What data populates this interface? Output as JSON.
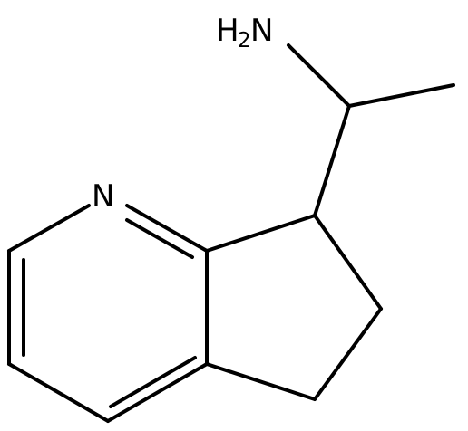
{
  "structure": {
    "atom_labels": {
      "amine_h": "H",
      "amine_sub": "2",
      "amine_n": "N",
      "ring_n": "N"
    }
  }
}
